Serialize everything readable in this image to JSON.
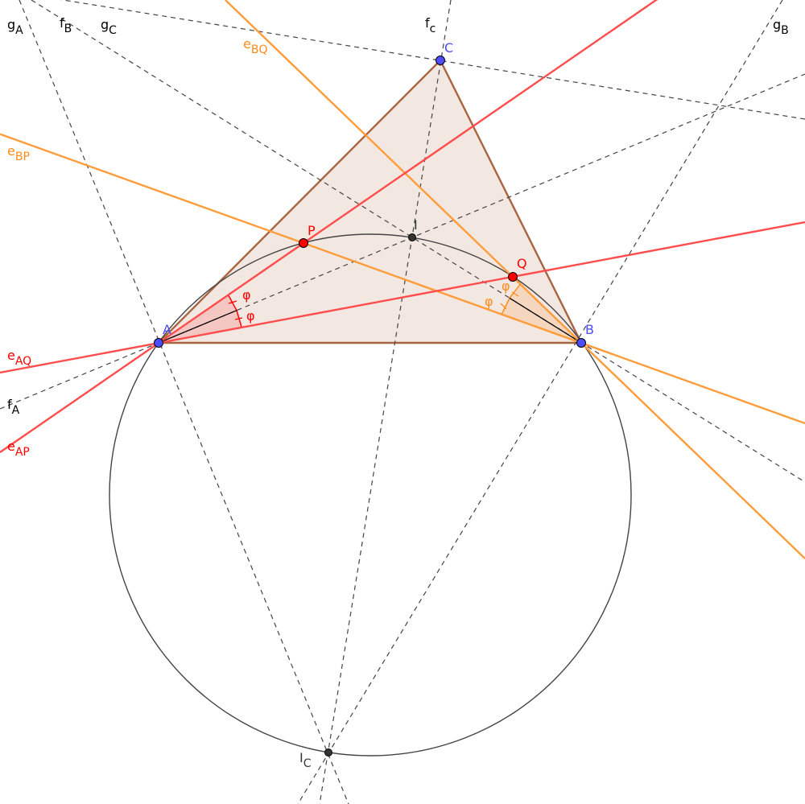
{
  "colors": {
    "triangle_fill": "#f3e7e1",
    "triangle_stroke": "#a8653f",
    "red": "#ff4d4d",
    "orange": "#ff9c3a",
    "point_blue": "#4d4dff",
    "point_red": "#ff0000",
    "dark": "#333333"
  },
  "points": {
    "A": "A",
    "B": "B",
    "C": "C",
    "P": "P",
    "Q": "Q",
    "I": "I",
    "IC": {
      "main": "I",
      "sub": "C"
    }
  },
  "lines": {
    "gA": {
      "main": "g",
      "sub": "A"
    },
    "fB": {
      "main": "f",
      "sub": "B"
    },
    "gC": {
      "main": "g",
      "sub": "C"
    },
    "fC": {
      "main": "f",
      "sub": "c"
    },
    "gB": {
      "main": "g",
      "sub": "B"
    },
    "eBQ": {
      "main": "e",
      "sub": "BQ"
    },
    "eBP": {
      "main": "e",
      "sub": "BP"
    },
    "eAQ": {
      "main": "e",
      "sub": "AQ"
    },
    "fA": {
      "main": "f",
      "sub": "A"
    },
    "eAP": {
      "main": "e",
      "sub": "AP"
    }
  },
  "angles": {
    "phi": "φ"
  }
}
